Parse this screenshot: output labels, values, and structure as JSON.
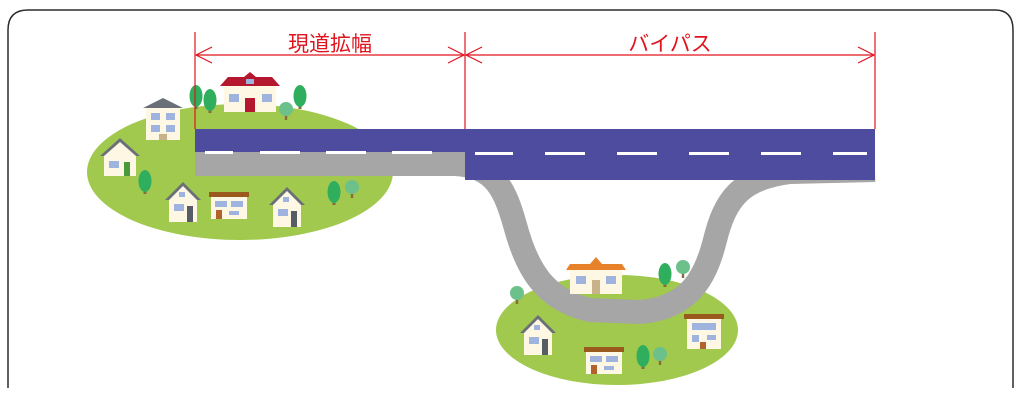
{
  "labels": {
    "widening": "現道拡幅",
    "bypass": "バイパス"
  },
  "colors": {
    "dimension_red": "#e0141e",
    "road_blue": "#4e4c9f",
    "road_gray": "#a6a6a6",
    "grass": "#a0c94e",
    "tree": "#2fae5e",
    "roof_red": "#b5172f",
    "roof_orange": "#e8822a",
    "roof_brown": "#9a5a1e",
    "roof_gray": "#6a6f78",
    "wall": "#fdf7e3",
    "window": "#9fb3df",
    "frame": "#2b2b2b"
  },
  "icons": [
    "house-icon",
    "tree-icon",
    "road",
    "dimension-arrow"
  ]
}
